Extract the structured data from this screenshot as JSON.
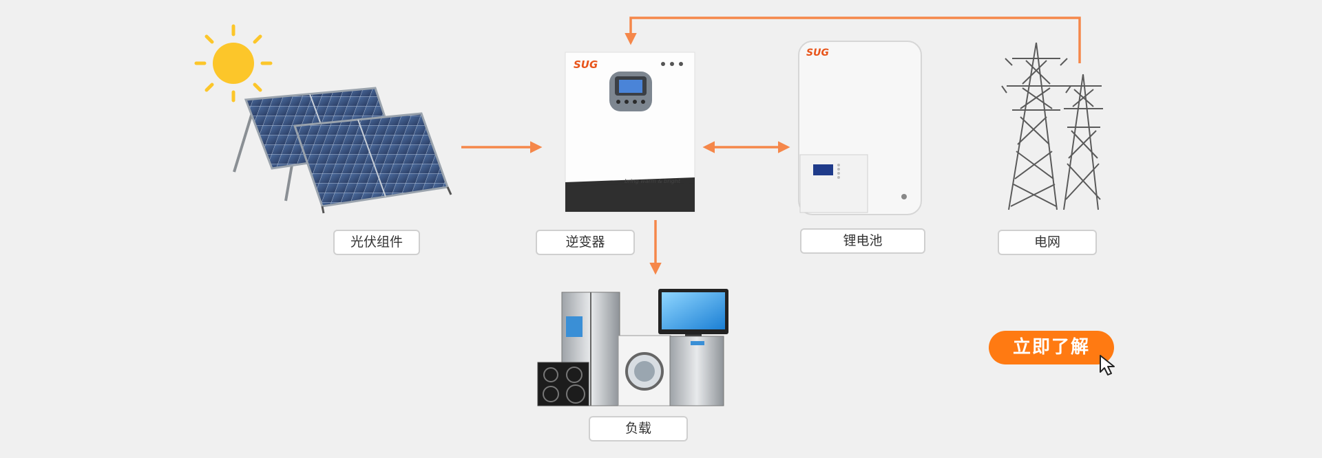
{
  "nodes": {
    "pv": {
      "label": "光伏组件"
    },
    "inverter": {
      "label": "逆变器",
      "brand": "SUG",
      "slogan": "bring warm & bright"
    },
    "battery": {
      "label": "锂电池",
      "brand": "SUG"
    },
    "grid": {
      "label": "电网"
    },
    "load": {
      "label": "负载"
    }
  },
  "cta": {
    "label": "立即了解"
  },
  "icons": [
    "sun-icon",
    "solar-panel-icon",
    "inverter-icon",
    "battery-icon",
    "transmission-tower-icon",
    "appliances-icon",
    "cursor-icon",
    "arrow-icon"
  ],
  "colors": {
    "arrow": "#f5874a",
    "cta": "#ff7a12",
    "brand": "#e8541a",
    "sun": "#fcc62a",
    "background": "#f0f0f0"
  }
}
